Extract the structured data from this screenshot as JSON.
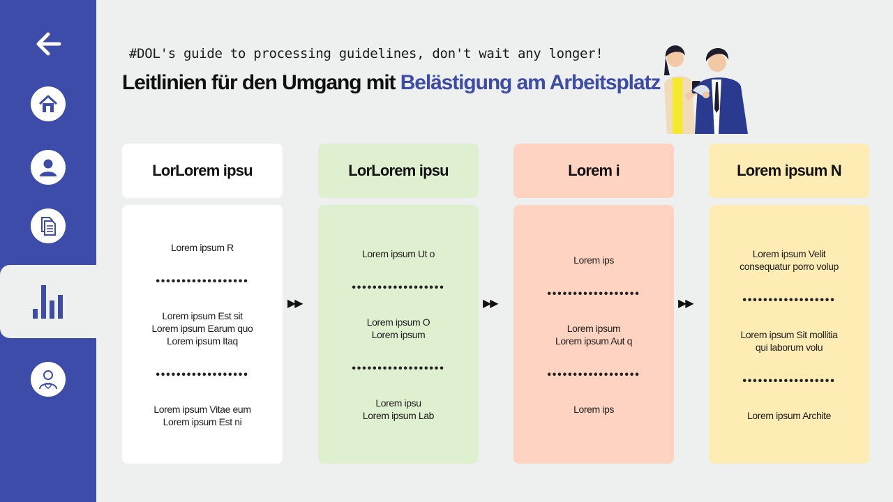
{
  "header": {
    "tagline": "#DOL's guide to processing guidelines, don't wait any longer!",
    "title_prefix": "Leitlinien für den Umgang mit ",
    "title_accent": "Belästigung am Arbeitsplatz"
  },
  "sidebar": {
    "items": [
      {
        "icon": "arrow-left-icon"
      },
      {
        "icon": "home-icon"
      },
      {
        "icon": "user-icon"
      },
      {
        "icon": "document-icon"
      },
      {
        "icon": "bar-chart-icon",
        "active": true
      },
      {
        "icon": "health-user-icon"
      }
    ]
  },
  "colors": {
    "sidebar": "#3d4ca8",
    "accent": "#3d4ca8",
    "column_white": "#ffffff",
    "column_green": "#dff0d0",
    "column_salmon": "#ffd3c2",
    "column_yellow": "#fdecb3"
  },
  "separator": "••••••••••••••••••",
  "arrow": "▶▶",
  "columns": [
    {
      "heading": "LorLorem ipsu",
      "items": [
        "Lorem ipsum R",
        "Lorem ipsum Est sit\nLorem ipsum Earum quo\nLorem ipsum Itaq",
        "Lorem ipsum Vitae eum\nLorem ipsum Est ni"
      ]
    },
    {
      "heading": "LorLorem ipsu",
      "items": [
        "Lorem ipsum Ut o",
        "Lorem ipsum O\nLorem ipsum",
        "Lorem ipsu\nLorem ipsum Lab"
      ]
    },
    {
      "heading": "Lorem i",
      "items": [
        "Lorem ips",
        "Lorem ipsum\nLorem ipsum Aut q",
        "Lorem ips"
      ]
    },
    {
      "heading": "Lorem ipsum N",
      "items": [
        "Lorem ipsum Velit\nconsequatur porro volup",
        "Lorem ipsum Sit mollitia\nqui laborum volu",
        "Lorem ipsum Archite"
      ]
    }
  ]
}
